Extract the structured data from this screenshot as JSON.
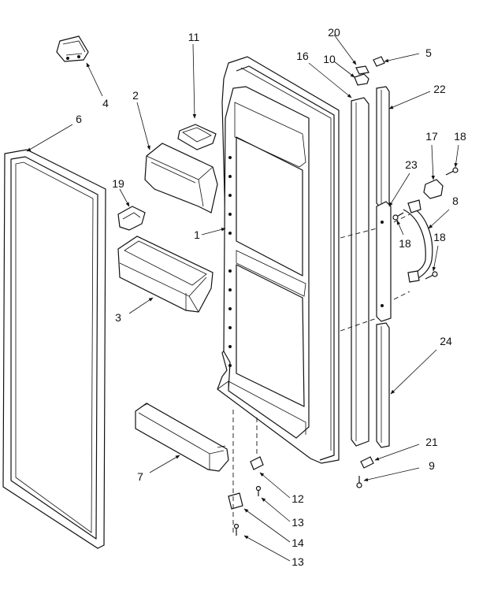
{
  "callouts": [
    {
      "id": "c1",
      "text": "1"
    },
    {
      "id": "c2",
      "text": "2"
    },
    {
      "id": "c3",
      "text": "3"
    },
    {
      "id": "c4",
      "text": "4"
    },
    {
      "id": "c5",
      "text": "5"
    },
    {
      "id": "c6",
      "text": "6"
    },
    {
      "id": "c7",
      "text": "7"
    },
    {
      "id": "c8",
      "text": "8"
    },
    {
      "id": "c9",
      "text": "9"
    },
    {
      "id": "c10",
      "text": "10"
    },
    {
      "id": "c11",
      "text": "11"
    },
    {
      "id": "c12",
      "text": "12"
    },
    {
      "id": "c13a",
      "text": "13"
    },
    {
      "id": "c13b",
      "text": "13"
    },
    {
      "id": "c14",
      "text": "14"
    },
    {
      "id": "c16",
      "text": "16"
    },
    {
      "id": "c17",
      "text": "17"
    },
    {
      "id": "c18a",
      "text": "18"
    },
    {
      "id": "c18b",
      "text": "18"
    },
    {
      "id": "c18c",
      "text": "18"
    },
    {
      "id": "c19",
      "text": "19"
    },
    {
      "id": "c20",
      "text": "20"
    },
    {
      "id": "c21",
      "text": "21"
    },
    {
      "id": "c22",
      "text": "22"
    },
    {
      "id": "c23",
      "text": "23"
    },
    {
      "id": "c24",
      "text": "24"
    }
  ]
}
